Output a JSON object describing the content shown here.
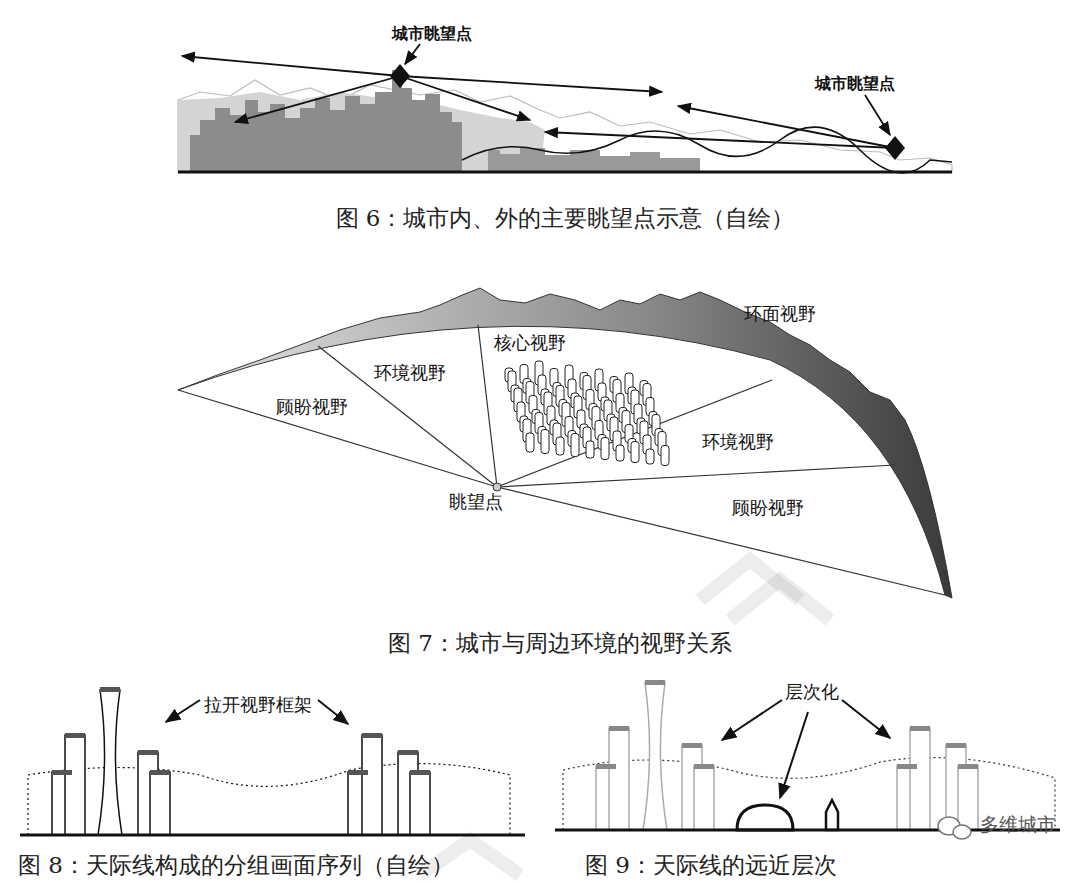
{
  "diagram": {
    "labels": [
      "城市眺望点",
      "城市眺望点",
      "图 6：城市内、外的主要眺望点示意（自绘）",
      "环面视野",
      "核心视野",
      "环境视野",
      "顾盼视野",
      "环境视野",
      "顾盼视野",
      "眺望点",
      "图 7：城市与周边环境的视野关系",
      "拉开视野框架",
      "图 8：天际线构成的分组画面序列（自绘）",
      "层次化",
      "图 9：天际线的远近层次",
      "多维城市"
    ]
  }
}
